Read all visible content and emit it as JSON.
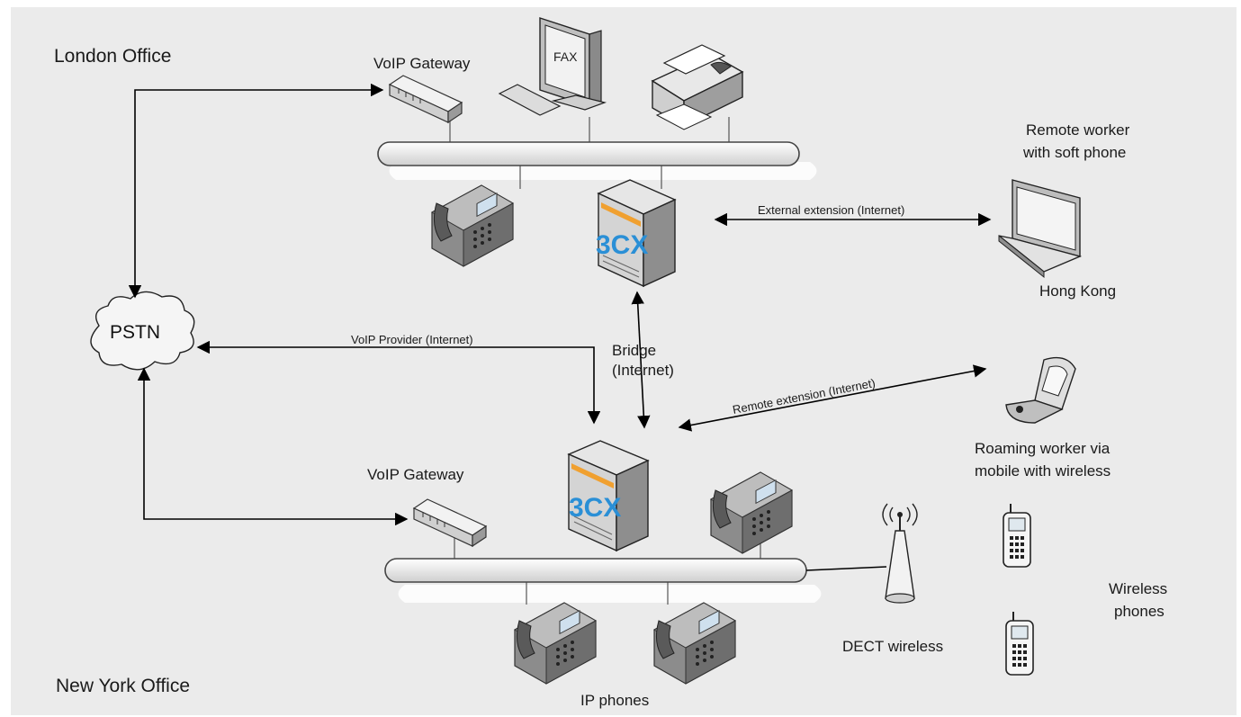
{
  "offices": {
    "london": "London Office",
    "new_york": "New York Office"
  },
  "devices": {
    "gateway_top": "VoIP Gateway",
    "gateway_bottom": "VoIP Gateway",
    "fax_screen": "FAX",
    "pbx_logo_top": "3CX",
    "pbx_logo_bottom": "3CX",
    "pstn": "PSTN",
    "dect": "DECT wireless",
    "ip_phones": "IP phones"
  },
  "links": {
    "external_extension": "External extension (Internet)",
    "voip_provider": "VoIP Provider (Internet)",
    "bridge_line1": "Bridge",
    "bridge_line2": "(Internet)",
    "remote_extension": "Remote extension (Internet)"
  },
  "remote": {
    "soft_phone_line1": "Remote worker",
    "soft_phone_line2": "with soft phone",
    "hong_kong": "Hong Kong",
    "roaming_line1": "Roaming worker via",
    "roaming_line2": "mobile with wireless",
    "wireless_line1": "Wireless",
    "wireless_line2": "phones"
  },
  "colors": {
    "background": "#ebebeb",
    "server_body": "#d9d9d9",
    "server_accent": "#f0a030",
    "logo_blue": "#2a8fd6"
  }
}
